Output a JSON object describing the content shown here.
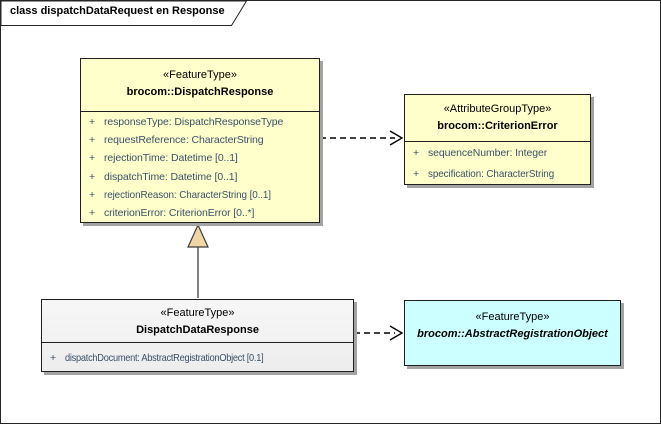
{
  "frame": {
    "title": "class dispatchDataRequest en Response"
  },
  "colors": {
    "feature_type_fill": "#FFFFCC",
    "abstract_object_fill": "#CCFFFF",
    "plain_class_fill": "#F2F2F2",
    "attribute_text": "#3A5069",
    "box_border": "#1F1F1F",
    "shadow": "#A3A3A3",
    "generalization_triangle_fill": "#F0D5A6",
    "connector_line": "#000000"
  },
  "classes": {
    "dispatch_response": {
      "stereotype": "«FeatureType»",
      "name": "brocom::DispatchResponse",
      "attributes": [
        {
          "visibility": "+",
          "text": "responseType: DispatchResponseType"
        },
        {
          "visibility": "+",
          "text": "requestReference: CharacterString"
        },
        {
          "visibility": "+",
          "text": "rejectionTime: Datetime [0..1]"
        },
        {
          "visibility": "+",
          "text": "dispatchTime: Datetime [0..1]"
        },
        {
          "visibility": "+",
          "text": "rejectionReason: CharacterString [0..1]"
        },
        {
          "visibility": "+",
          "text": "criterionError: CriterionError [0..*]"
        }
      ]
    },
    "criterion_error": {
      "stereotype": "«AttributeGroupType»",
      "name": "brocom::CriterionError",
      "attributes": [
        {
          "visibility": "+",
          "text": "sequenceNumber: Integer"
        },
        {
          "visibility": "+",
          "text": "specification: CharacterString"
        }
      ]
    },
    "dispatch_data_response": {
      "stereotype": "«FeatureType»",
      "name": "DispatchDataResponse",
      "attributes": [
        {
          "visibility": "+",
          "text": "dispatchDocument: AbstractRegistrationObject [0.1]"
        }
      ]
    },
    "abstract_registration_object": {
      "stereotype": "«FeatureType»",
      "name": "brocom::AbstractRegistrationObject"
    }
  },
  "relations": [
    {
      "type": "dependency",
      "from": "brocom::DispatchResponse",
      "to": "brocom::CriterionError",
      "style": "dashed line, open arrowhead"
    },
    {
      "type": "generalization",
      "from": "DispatchDataResponse",
      "to": "brocom::DispatchResponse",
      "style": "solid line, hollow triangle"
    },
    {
      "type": "dependency",
      "from": "DispatchDataResponse",
      "to": "brocom::AbstractRegistrationObject",
      "style": "dashed line, open arrowhead"
    }
  ]
}
